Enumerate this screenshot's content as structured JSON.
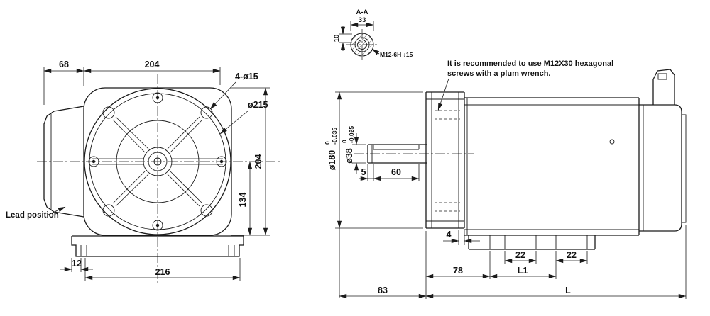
{
  "drawing": {
    "background": "#ffffff",
    "ink": "#1b1b1b"
  },
  "front_view": {
    "lead_label": "Lead position",
    "dims": {
      "box_depth": "68",
      "flange_width": "204",
      "corner_holes": "4-ø15",
      "flange_circle": "ø215",
      "flange_height": "204",
      "center_to_base": "134",
      "slot_offset": "12",
      "base_width": "216"
    }
  },
  "section_aa": {
    "title": "A-A",
    "dims": {
      "width": "33",
      "depth": "10"
    },
    "thread": "M12-6H ↓15"
  },
  "note": {
    "line1": "It is recommended to use M12X30 hexagonal",
    "line2": "screws with a plum wrench."
  },
  "side_view": {
    "dims": {
      "flange_dia": "ø180",
      "flange_dia_tol_up": "0",
      "flange_dia_tol_lo": "-0.035",
      "shaft_dia": "ø38",
      "shaft_dia_tol_up": "0",
      "shaft_dia_tol_lo": "-0.025",
      "key_offset": "5",
      "key_length": "60",
      "flange_step": "4",
      "slot_left": "22",
      "slot_right": "22",
      "foot_start": "78",
      "foot_span": "L1",
      "shaft_extension": "83",
      "total_length": "L"
    }
  }
}
